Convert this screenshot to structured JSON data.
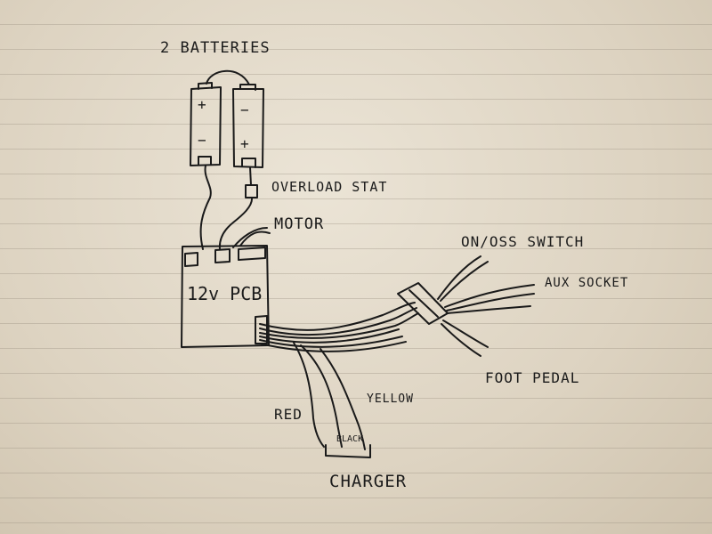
{
  "labels": {
    "batteries": "2 BATTERIES",
    "overload": "OVERLOAD STAT",
    "motor": "MOTOR",
    "pcb": "12v PCB",
    "switch": "ON/OSS SWITCH",
    "aux": "AUX SOCKET",
    "foot": "FOOT PEDAL",
    "red": "RED",
    "yellow": "YELLOW",
    "black": "BLACK",
    "charger": "CHARGER",
    "plus": "+",
    "minus": "−"
  }
}
